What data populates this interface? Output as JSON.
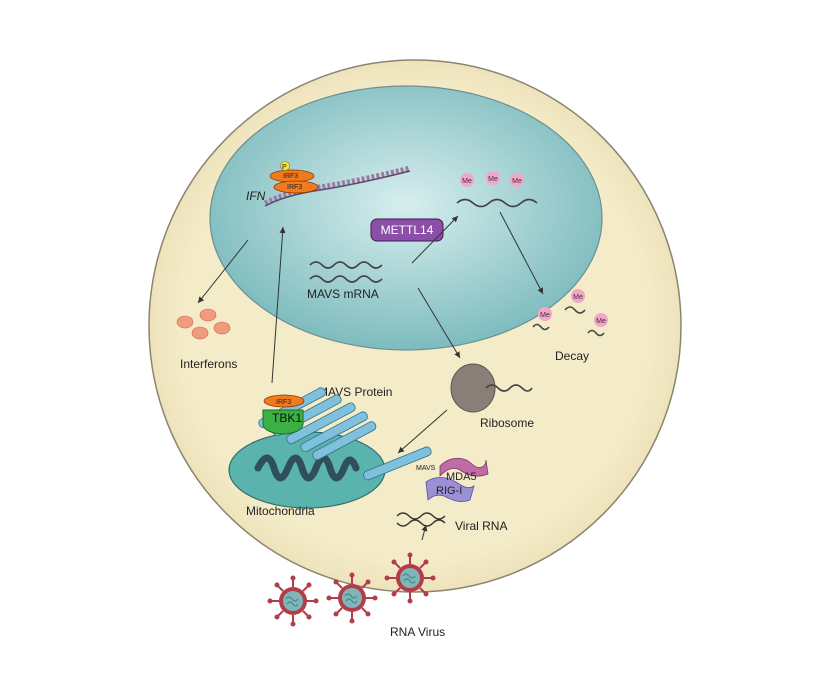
{
  "labels": {
    "ifn": "IFN",
    "irf3": "IRF3",
    "p": "P",
    "mettl14": "METTL14",
    "mavs_mrna": "MAVS mRNA",
    "me": "Me",
    "decay": "Decay",
    "interferons": "Interferons",
    "mavs_protein": "MAVS Protein",
    "tbk1": "TBK1",
    "mavs": "MAVS",
    "ribosome": "Ribosome",
    "mda5": "MDA5",
    "rig_i": "RIG-I",
    "mitochondria": "Mitochondria",
    "viral_rna": "Viral RNA",
    "rna_virus": "RNA Virus"
  },
  "colors": {
    "cell_fill": "#f3e9c4",
    "cell_stroke": "#8b8470",
    "nucleus_fill": "#8fc5c8",
    "mettl14_fill": "#8b4fa8",
    "irf3_fill": "#f07a1e",
    "tbk1_fill": "#3cb043",
    "mitochondria_fill": "#5bb3ad",
    "mavs_fill": "#7fc1dc",
    "interferon_fill": "#f29a7e",
    "me_fill": "#f2a7c9",
    "virus_fill": "#b33c4a",
    "ribosome_fill": "#8a7f78"
  }
}
